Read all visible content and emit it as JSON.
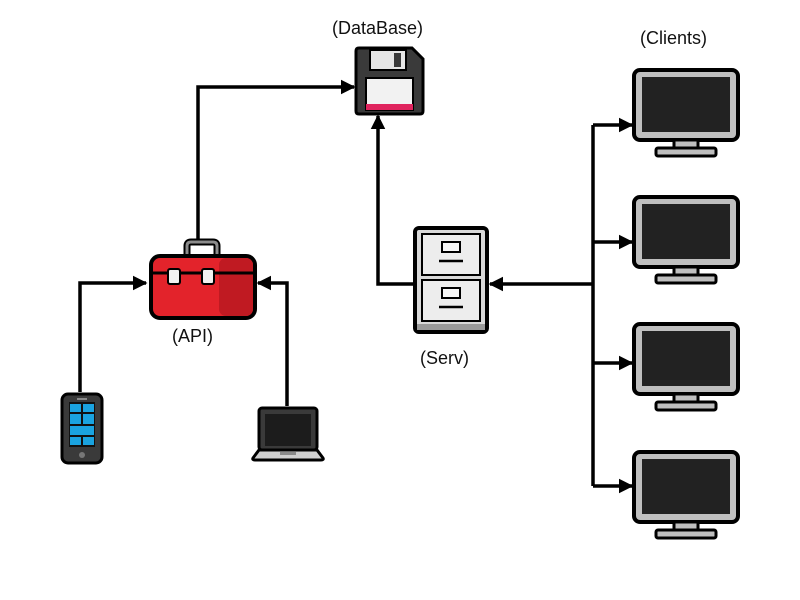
{
  "labels": {
    "database": "(DataBase)",
    "clients": "(Clients)",
    "api": "(API)",
    "serv": "(Serv)"
  },
  "nodes": [
    {
      "id": "database",
      "icon": "floppy-disk-icon"
    },
    {
      "id": "api",
      "icon": "toolbox-icon"
    },
    {
      "id": "serv",
      "icon": "file-cabinet-icon"
    },
    {
      "id": "phone",
      "icon": "smartphone-icon"
    },
    {
      "id": "laptop",
      "icon": "laptop-icon"
    },
    {
      "id": "client-1",
      "icon": "monitor-icon"
    },
    {
      "id": "client-2",
      "icon": "monitor-icon"
    },
    {
      "id": "client-3",
      "icon": "monitor-icon"
    },
    {
      "id": "client-4",
      "icon": "monitor-icon"
    }
  ],
  "edges": [
    {
      "from": "api",
      "to": "database"
    },
    {
      "from": "serv",
      "to": "database"
    },
    {
      "from": "phone",
      "to": "api"
    },
    {
      "from": "laptop",
      "to": "api"
    },
    {
      "from": "clients",
      "to": "serv"
    },
    {
      "from": "serv",
      "to": "client-1"
    },
    {
      "from": "serv",
      "to": "client-2"
    },
    {
      "from": "serv",
      "to": "client-3"
    },
    {
      "from": "serv",
      "to": "client-4"
    }
  ],
  "colors": {
    "line": "#000000",
    "toolbox": "#e3232b",
    "phone_screen": "#1aa3e0",
    "floppy_stripe": "#e0245e",
    "device_frame": "#000000",
    "screen_dark": "#222222",
    "stand": "#bfbfbf"
  }
}
